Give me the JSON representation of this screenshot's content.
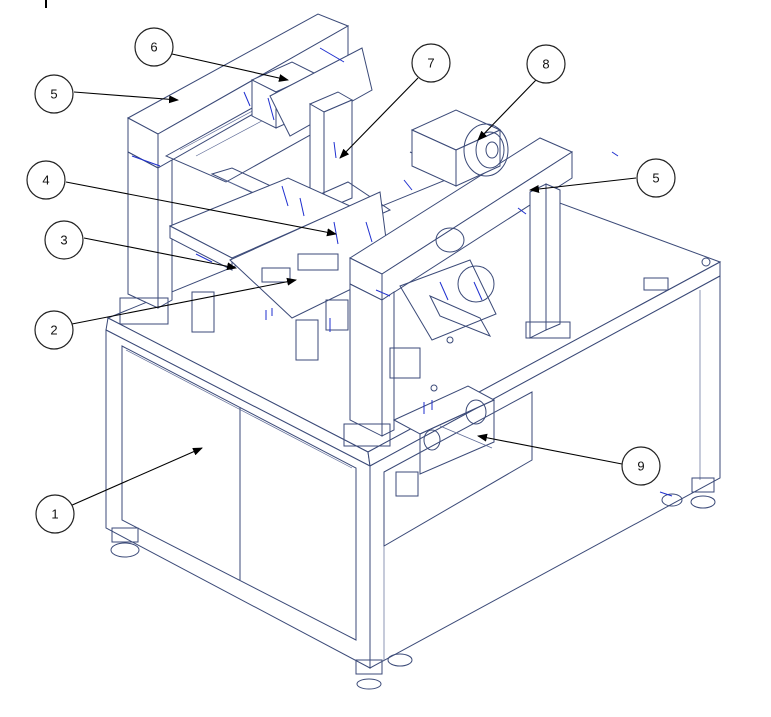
{
  "callouts": [
    {
      "id": "c1",
      "label": "1"
    },
    {
      "id": "c2",
      "label": "2"
    },
    {
      "id": "c3",
      "label": "3"
    },
    {
      "id": "c4",
      "label": "4"
    },
    {
      "id": "c5a",
      "label": "5"
    },
    {
      "id": "c5b",
      "label": "5"
    },
    {
      "id": "c6",
      "label": "6"
    },
    {
      "id": "c7",
      "label": "7"
    },
    {
      "id": "c8",
      "label": "8"
    },
    {
      "id": "c9",
      "label": "9"
    }
  ],
  "colors": {
    "outline": "#3b4a78",
    "dimension_marks": "#1f2fcf",
    "callout": "#222222"
  }
}
